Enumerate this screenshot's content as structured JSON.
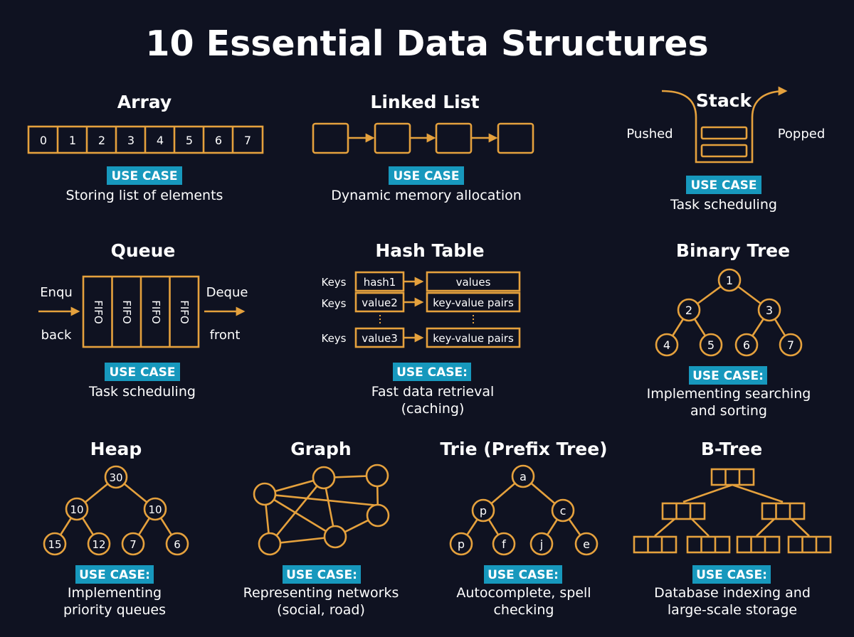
{
  "page": {
    "title": "10 Essential Data Structures"
  },
  "accent": "#e5a13d",
  "badge_color": "#1798bd",
  "background": "#0f1221",
  "sections": {
    "array": {
      "title": "Array",
      "cells": [
        "0",
        "1",
        "2",
        "3",
        "4",
        "5",
        "6",
        "7"
      ],
      "badge": "USE CASE",
      "desc": [
        "Storing list of elements"
      ]
    },
    "linked_list": {
      "title": "Linked List",
      "badge": "USE CASE",
      "desc": [
        "Dynamic memory allocation"
      ]
    },
    "stack": {
      "title": "Stack",
      "left_label": "Pushed",
      "right_label": "Popped",
      "badge": "USE CASE",
      "desc": [
        "Task scheduling"
      ]
    },
    "queue": {
      "title": "Queue",
      "left_top": "Enqu",
      "left_bottom": "back",
      "right_top": "Deque",
      "right_bottom": "front",
      "cells": [
        "FIFO",
        "FIFO",
        "FIFO",
        "FIFO"
      ],
      "badge": "USE CASE",
      "desc": [
        "Task scheduling"
      ]
    },
    "hash_table": {
      "title": "Hash Table",
      "rows": [
        {
          "key_label": "Keys",
          "key": "hash1",
          "value": "values"
        },
        {
          "key_label": "Keys",
          "key": "value2",
          "value": "key-value pairs"
        },
        {
          "key_label": "Keys",
          "key": "value3",
          "value": "key-value pairs"
        }
      ],
      "badge": "USE CASE:",
      "desc": [
        "Fast data retrieval",
        "(caching)"
      ]
    },
    "binary_tree": {
      "title": "Binary Tree",
      "nodes": [
        "1",
        "2",
        "3",
        "4",
        "5",
        "6",
        "7"
      ],
      "badge": "USE CASE:",
      "desc": [
        "Implementing searching",
        "and sorting"
      ]
    },
    "heap": {
      "title": "Heap",
      "nodes": [
        "30",
        "10",
        "10",
        "15",
        "12",
        "7",
        "6"
      ],
      "badge": "USE CASE:",
      "desc": [
        "Implementing",
        "priority queues"
      ]
    },
    "graph": {
      "title": "Graph",
      "badge": "USE CASE:",
      "desc": [
        "Representing networks",
        "(social, road)"
      ]
    },
    "trie": {
      "title": "Trie (Prefix Tree)",
      "nodes": [
        "a",
        "p",
        "c",
        "p",
        "f",
        "j",
        "e"
      ],
      "badge": "USE CASE:",
      "desc": [
        "Autocomplete, spell",
        "checking"
      ]
    },
    "btree": {
      "title": "B-Tree",
      "badge": "USE CASE:",
      "desc": [
        "Database indexing and",
        "large-scale storage"
      ]
    }
  }
}
